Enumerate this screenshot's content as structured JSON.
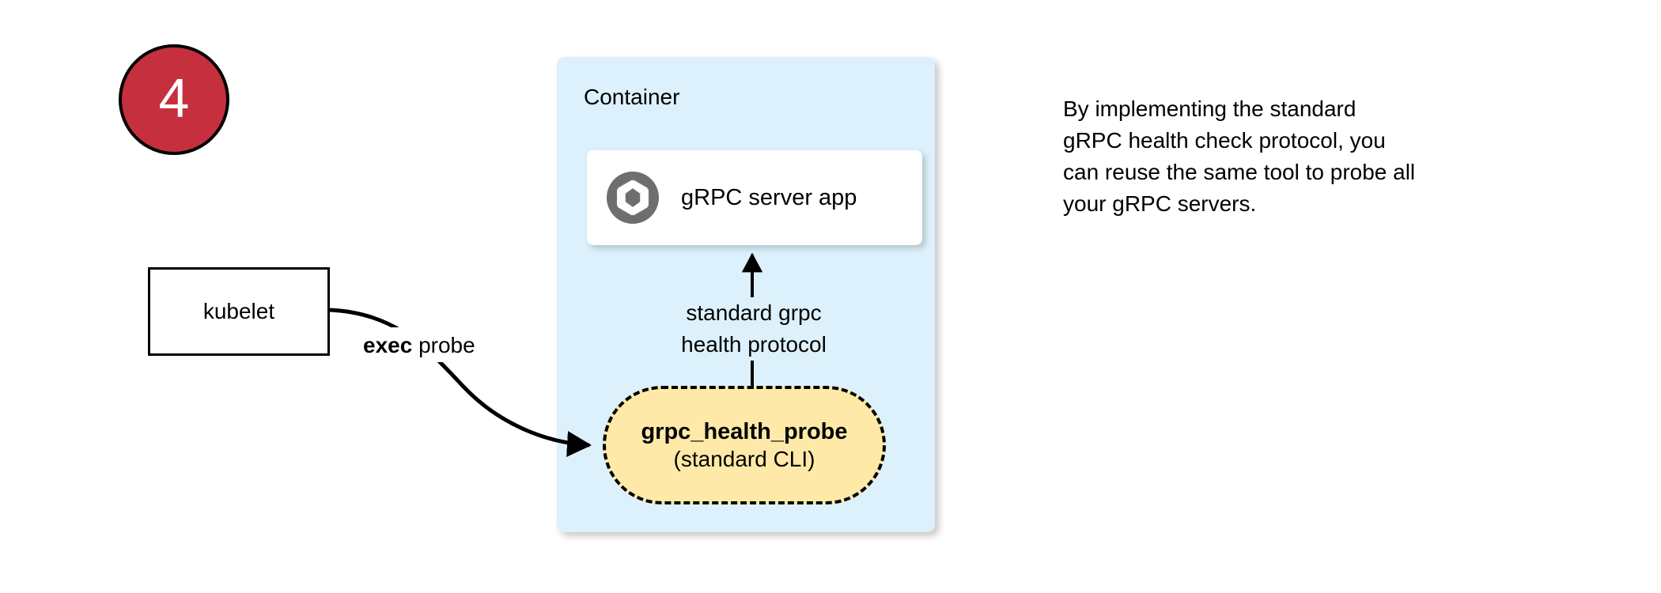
{
  "diagram": {
    "step": {
      "number": "4",
      "circle_color": "#C62F3D",
      "text_color": "#FFFFFF"
    },
    "container": {
      "title": "Container",
      "fill_color": "#DCF1FB"
    },
    "server_card": {
      "label": "gRPC server app",
      "icon": "aperture-icon",
      "icon_color": "#6E6E6E",
      "fill_color": "#FFFFFF"
    },
    "probe_pill": {
      "title": "grpc_health_probe",
      "subtitle": "(standard CLI)",
      "fill_color": "#FFE9A8",
      "border_style": "dashed",
      "border_color": "#000000"
    },
    "kubelet": {
      "label": "kubelet",
      "fill_color": "#FFFFFF",
      "border_color": "#000000"
    },
    "edges": [
      {
        "name": "exec-probe-edge",
        "label_bold": "exec",
        "label_rest": " probe",
        "from": "kubelet",
        "to": "grpc_health_probe"
      },
      {
        "name": "health-protocol-edge",
        "label_line1": "standard grpc",
        "label_line2": "health protocol",
        "from": "grpc_health_probe",
        "to": "gRPC server app"
      }
    ],
    "side_note": {
      "line1": "By implementing the standard",
      "line2": "gRPC health check protocol, you",
      "line3": "can reuse the same tool to probe all",
      "line4": "your gRPC servers."
    }
  }
}
